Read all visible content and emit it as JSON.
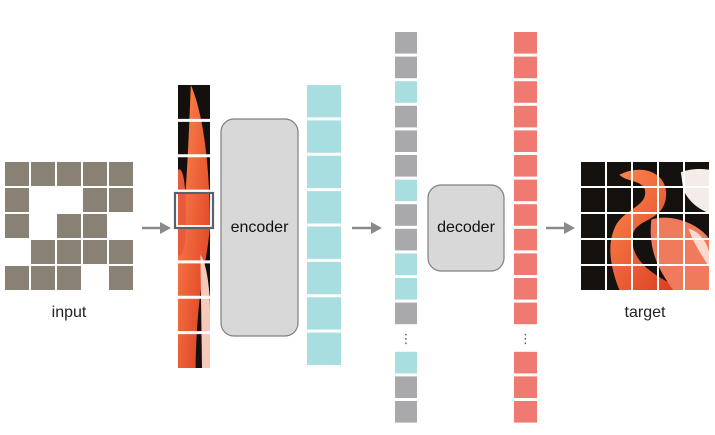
{
  "labels": {
    "input": "input",
    "encoder": "encoder",
    "decoder": "decoder",
    "target": "target",
    "ellipsis": "⋮"
  },
  "grid": {
    "rows": 5,
    "cols": 5
  },
  "input_visible_cells": [
    [
      1,
      1
    ],
    [
      1,
      2
    ],
    [
      2,
      1
    ],
    [
      2,
      4
    ],
    [
      3,
      0
    ],
    [
      4,
      3
    ]
  ],
  "patch_column_count": 8,
  "encoder_token_count": 8,
  "decoder_input_tokens": [
    "mask",
    "mask",
    "enc",
    "mask",
    "mask",
    "mask",
    "enc",
    "mask",
    "mask",
    "enc",
    "enc",
    "mask",
    "ellipsis",
    "enc",
    "mask",
    "mask"
  ],
  "decoder_output_token_count": 16,
  "colors": {
    "mask_patch": "#8a8175",
    "masked_token": "#a9a9ab",
    "encoded_token": "#a8dee0",
    "predicted_token": "#ee7a72",
    "block_fill": "#d8d8d9",
    "block_stroke": "#7f7f7f",
    "arrow": "#8a8a8a",
    "patch_highlight": "#56636f"
  }
}
